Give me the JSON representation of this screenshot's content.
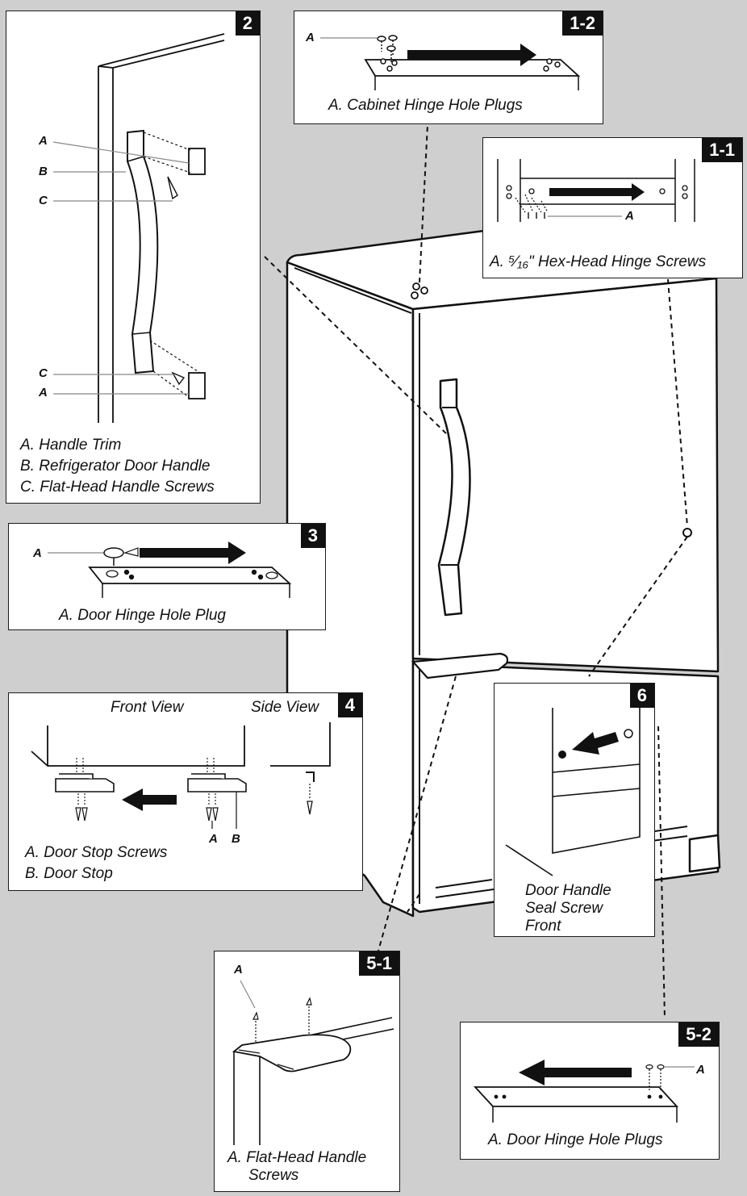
{
  "panels": {
    "p12": {
      "badge": "1-2",
      "label_a": "A",
      "caption": "A. Cabinet Hinge Hole Plugs"
    },
    "p11": {
      "badge": "1-1",
      "label_a": "A",
      "caption": "A. ⁵⁄₁₆\" Hex-Head Hinge Screws"
    },
    "p2": {
      "badge": "2",
      "label_a": "A",
      "label_b": "B",
      "label_c": "C",
      "captions": [
        "A. Handle Trim",
        "B. Refrigerator Door Handle",
        "C. Flat-Head Handle Screws"
      ]
    },
    "p3": {
      "badge": "3",
      "label_a": "A",
      "caption": "A. Door Hinge Hole Plug"
    },
    "p4": {
      "badge": "4",
      "front_view": "Front View",
      "side_view": "Side View",
      "label_a": "A",
      "label_b": "B",
      "captions": [
        "A. Door Stop Screws",
        "B. Door Stop"
      ]
    },
    "p6": {
      "badge": "6",
      "captions": [
        "Door Handle",
        "Seal Screw",
        "Front"
      ]
    },
    "p51": {
      "badge": "5-1",
      "label_a": "A",
      "captions": [
        "A. Flat-Head Handle",
        "Screws"
      ]
    },
    "p52": {
      "badge": "5-2",
      "label_a": "A",
      "caption": "A. Door Hinge Hole Plugs"
    }
  }
}
